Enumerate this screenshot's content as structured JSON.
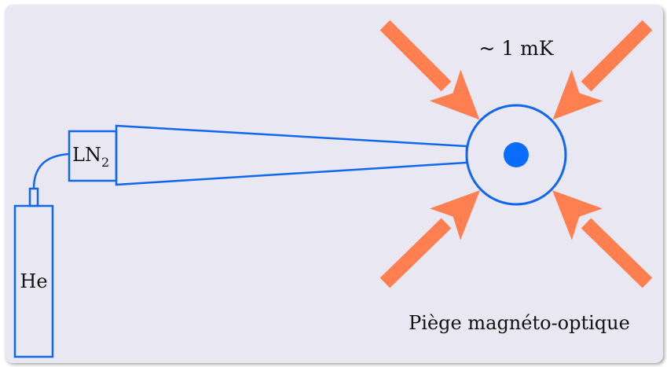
{
  "labels": {
    "he": "He",
    "ln2_main": "LN",
    "ln2_sub": "2",
    "temperature": "~ 1 mK",
    "trap_caption": "Piège magnéto-optique"
  },
  "colors": {
    "background": "#e9e8f2",
    "apparatus": "#1166ee",
    "atoms": "#0a6cff",
    "laser": "#ff7f50"
  },
  "icons": {
    "laser_beams": "arrow-icon",
    "atom_cloud": "dot-icon"
  }
}
